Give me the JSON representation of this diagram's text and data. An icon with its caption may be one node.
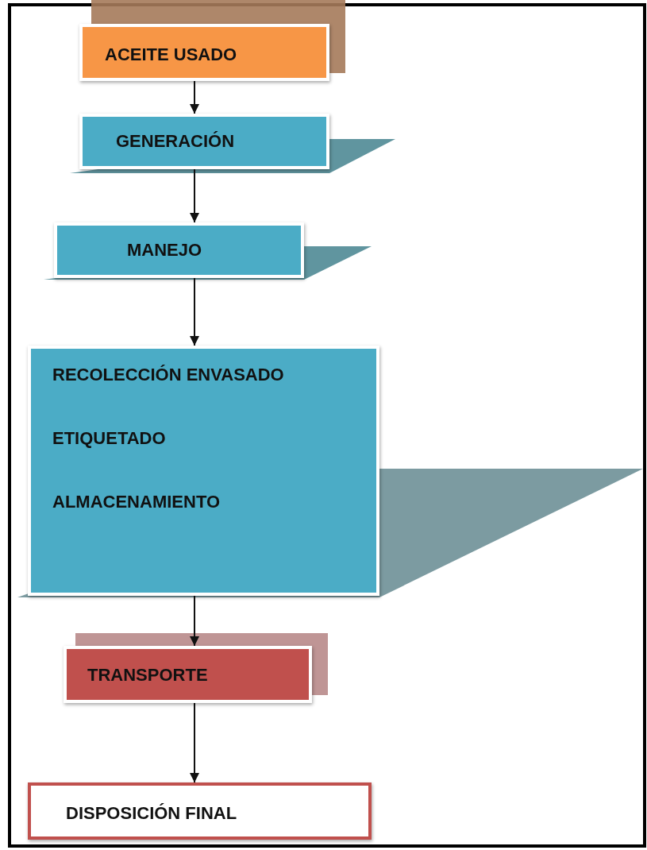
{
  "diagram": {
    "nodes": [
      {
        "text": [
          "ACEITE USADO"
        ]
      },
      {
        "text": [
          "GENERACIÓN"
        ]
      },
      {
        "text": [
          "MANEJO"
        ]
      },
      {
        "text": [
          "RECOLECCIÓN ENVASADO",
          "ETIQUETADO",
          "ALMACENAMIENTO"
        ]
      },
      {
        "text": [
          "TRANSPORTE"
        ]
      },
      {
        "text": [
          "DISPOSICIÓN FINAL"
        ]
      }
    ],
    "edges": [
      {
        "from": 0,
        "to": 1,
        "arrow": "to"
      },
      {
        "from": 1,
        "to": 2,
        "arrow": "to"
      },
      {
        "from": 2,
        "to": 3,
        "arrow": "to"
      },
      {
        "from": 3,
        "to": 4,
        "arrow": "to"
      },
      {
        "from": 4,
        "to": 5,
        "arrow": "to"
      }
    ]
  }
}
